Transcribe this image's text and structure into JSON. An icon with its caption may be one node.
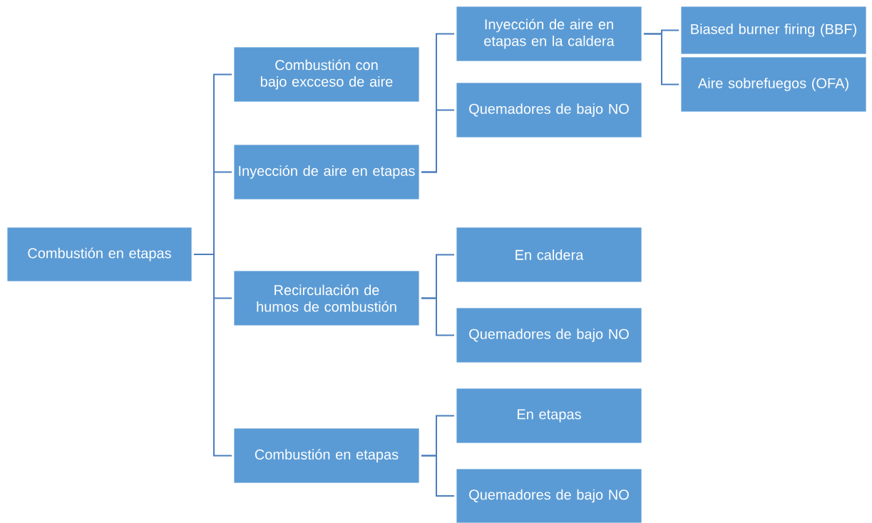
{
  "diagram": {
    "nodes": [
      {
        "text": [
          "Combustión en etapas"
        ]
      },
      {
        "text": [
          "Combustión con bajo excceso de aire"
        ]
      },
      {
        "text": [
          "Inyección de aire en etapas"
        ]
      },
      {
        "text": [
          "Recirculación de humos de combustión"
        ]
      },
      {
        "text": [
          "Combustión en etapas"
        ]
      },
      {
        "text": [
          "Inyección de aire en etapas en la caldera"
        ]
      },
      {
        "text": [
          "Quemadores de bajo NO"
        ]
      },
      {
        "text": [
          "Biased burner firing (BBF)"
        ]
      },
      {
        "text": [
          "Aire sobrefuegos (OFA)"
        ]
      },
      {
        "text": [
          "En caldera"
        ]
      },
      {
        "text": [
          "Quemadores de bajo NO"
        ]
      },
      {
        "text": [
          "En etapas"
        ]
      },
      {
        "text": [
          "Quemadores de bajo NO"
        ]
      }
    ],
    "edges": [
      {
        "from": 0,
        "to": 1,
        "arrow": "none"
      },
      {
        "from": 0,
        "to": 2,
        "arrow": "none"
      },
      {
        "from": 0,
        "to": 3,
        "arrow": "none"
      },
      {
        "from": 0,
        "to": 4,
        "arrow": "none"
      },
      {
        "from": 2,
        "to": 5,
        "arrow": "none"
      },
      {
        "from": 2,
        "to": 6,
        "arrow": "none"
      },
      {
        "from": 5,
        "to": 7,
        "arrow": "none"
      },
      {
        "from": 5,
        "to": 8,
        "arrow": "none"
      },
      {
        "from": 3,
        "to": 9,
        "arrow": "none"
      },
      {
        "from": 3,
        "to": 10,
        "arrow": "none"
      },
      {
        "from": 4,
        "to": 11,
        "arrow": "none"
      },
      {
        "from": 4,
        "to": 12,
        "arrow": "none"
      }
    ]
  }
}
